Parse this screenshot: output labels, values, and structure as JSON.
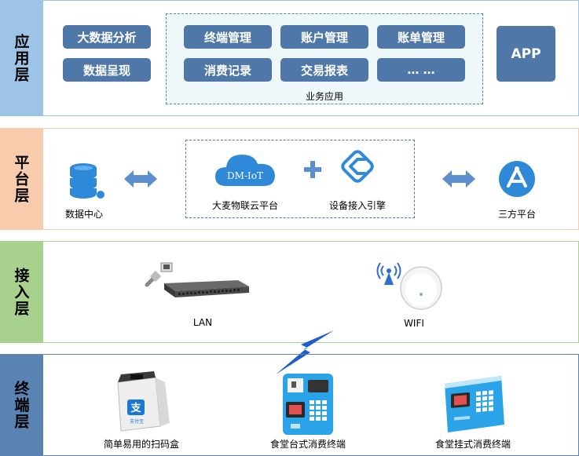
{
  "layers": {
    "application": {
      "label": "应用层",
      "left_buttons": [
        "大数据分析",
        "数据呈现"
      ],
      "business_buttons": [
        "终端管理",
        "账户管理",
        "账单管理",
        "消费记录",
        "交易报表",
        "… …"
      ],
      "business_caption": "业务应用",
      "app_button": "APP"
    },
    "platform": {
      "label": "平台层",
      "data_center": "数据中心",
      "cloud_logo_text": "DM-IoT",
      "cloud_platform": "大麦物联云平台",
      "access_engine": "设备接入引擎",
      "third_party": "三方平台"
    },
    "access": {
      "label": "接入层",
      "lan": "LAN",
      "wifi": "WIFI"
    },
    "terminal": {
      "label": "终端层",
      "scan_box": "简单易用的扫码盒",
      "desktop_terminal": "食堂台式消费终端",
      "wall_terminal": "食堂挂式消费终端",
      "alipay_text": "支付宝"
    }
  },
  "colors": {
    "application_band": "#9dc3e6",
    "platform_band": "#f8cbad",
    "access_band": "#a9d18e",
    "terminal_band": "#5a82b2",
    "button_blue": "#4f78a8",
    "icon_blue": "#2e8ad8",
    "arrow_blue": "#5b8fd0"
  }
}
